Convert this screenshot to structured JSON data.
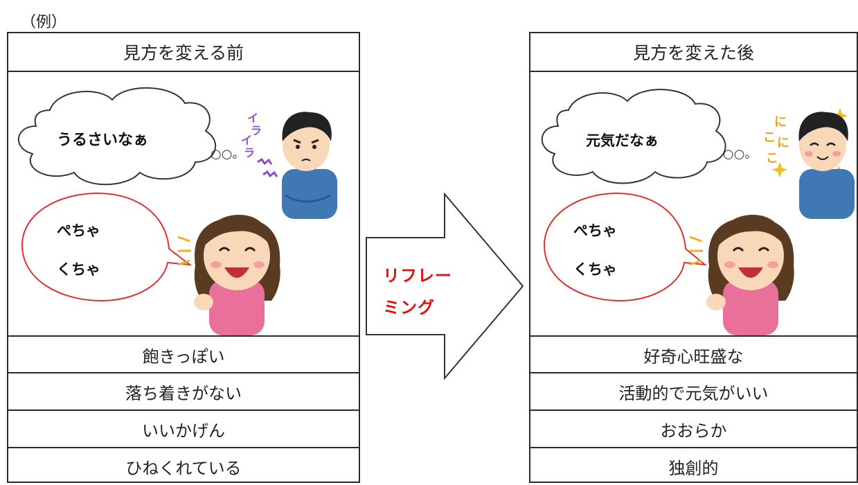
{
  "example_label": "（例）",
  "before": {
    "header": "見方を変える前",
    "thought": "うるさいなぁ",
    "thought_dots": "○○。",
    "annoyed_marks": "イライラ",
    "speech_line1": "ぺちゃ",
    "speech_line2": "くちゃ",
    "rows": [
      "飽きっぽい",
      "落ち着きがない",
      "いいかげん",
      "ひねくれている"
    ]
  },
  "after": {
    "header": "見方を変えた後",
    "thought": "元気だなぁ",
    "thought_dots": "○○。",
    "happy_marks": "にこにこ",
    "speech_line1": "ぺちゃ",
    "speech_line2": "くちゃ",
    "rows": [
      "好奇心旺盛な",
      "活動的で元気がいい",
      "おおらか",
      "独創的"
    ]
  },
  "arrow": {
    "line1": "リフレー",
    "line2": "ミング"
  },
  "colors": {
    "border": "#2a2a2a",
    "accent_red": "#e01010",
    "speech_bubble_border": "#e03030",
    "boy_shirt": "#3f78b4",
    "girl_shirt": "#e8709a",
    "annoyed_purple": "#8a4fc9",
    "happy_orange": "#f0a020"
  }
}
